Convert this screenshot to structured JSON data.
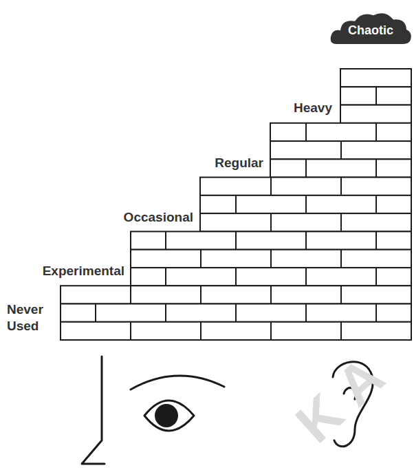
{
  "diagram": {
    "nodes": [
      {
        "text": [
          "Chaotic"
        ]
      }
    ],
    "labels": [
      "Heavy",
      "Regular",
      "Occasional",
      "Experimental",
      "Never Used",
      "KA"
    ]
  }
}
